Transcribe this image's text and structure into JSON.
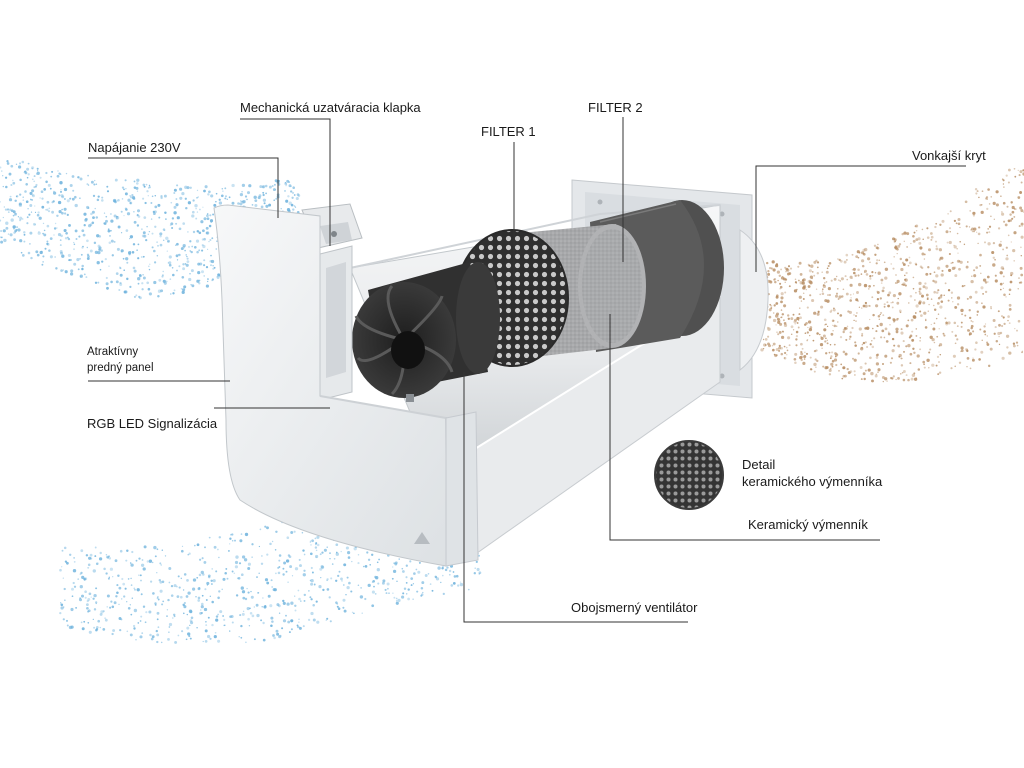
{
  "labels": {
    "flap": "Mechanická uzatváracia klapka",
    "power": "Napájanie 230V",
    "filter1": "FILTER 1",
    "filter2": "FILTER 2",
    "outer_cover": "Vonkajší kryt",
    "panel_line1": "Atraktívny",
    "panel_line2": "predný panel",
    "rgb_led": "RGB LED Signalizácia",
    "detail_line1": "Detail",
    "detail_line2": "keramického výmenníka",
    "ceramic": "Keramický výmenník",
    "fan": "Obojsmerný ventilátor"
  },
  "colors": {
    "leader": "#333333",
    "cold_air": "#6fb3dd",
    "warm_air": "#b78d63",
    "housing": "#eceff1",
    "ceramic_core": "#3d3d3d",
    "filter_gray": "#a9aaac"
  }
}
